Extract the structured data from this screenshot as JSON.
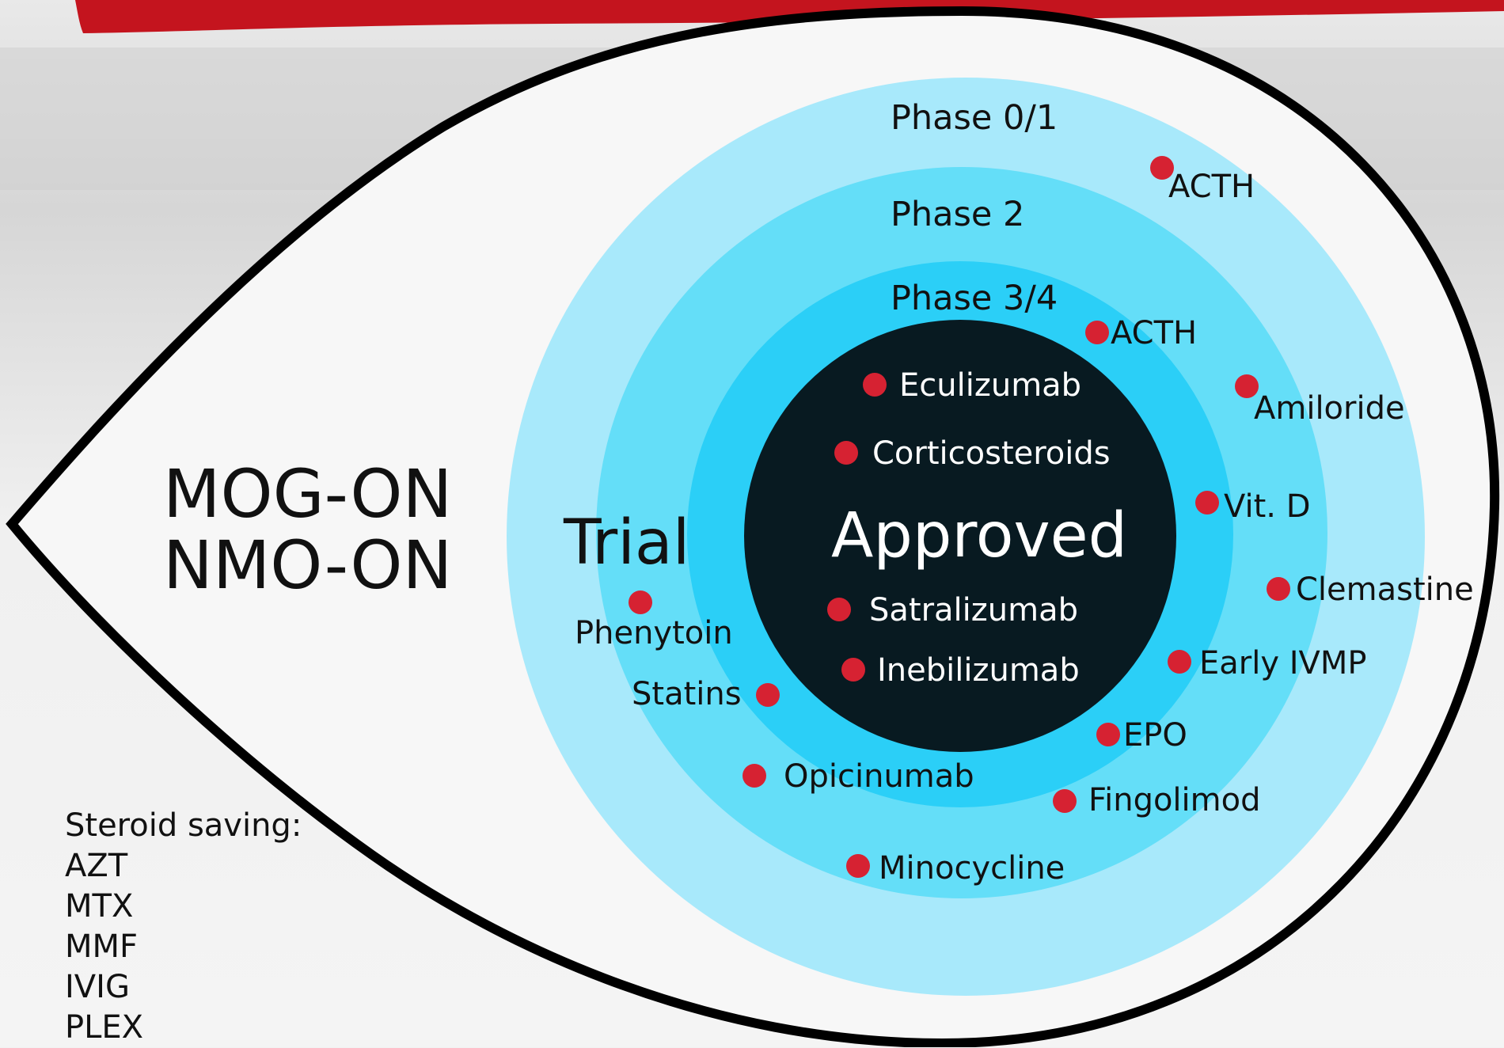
{
  "title": {
    "line1": "MOG-ON",
    "line2": "NMO-ON"
  },
  "rings": {
    "phase01": "Phase 0/1",
    "phase2": "Phase 2",
    "phase34": "Phase 3/4",
    "approved": "Approved",
    "trial": "Trial"
  },
  "drugs": {
    "eculizumab": "Eculizumab",
    "corticosteroids": "Corticosteroids",
    "satralizumab": "Satralizumab",
    "inebilizumab": "Inebilizumab",
    "acth_phase34": "ACTH",
    "acth_phase01": "ACTH",
    "amiloride": "Amiloride",
    "vitd": "Vit. D",
    "clemastine": "Clemastine",
    "early_ivmp": "Early IVMP",
    "epo": "EPO",
    "fingolimod": "Fingolimod",
    "minocycline": "Minocycline",
    "opicinumab": "Opicinumab",
    "statins": "Statins",
    "phenytoin": "Phenytoin"
  },
  "steroid_saving": {
    "heading": "Steroid saving:",
    "items": [
      "AZT",
      "MTX",
      "MMF",
      "IVIG",
      "PLEX"
    ]
  },
  "colors": {
    "ring_outer": "#a8e9fb",
    "ring_phase2": "#64def8",
    "ring_phase34": "#2bcff7",
    "core": "#081a21",
    "dot": "#d62232",
    "eye_fill": "#f7f7f7",
    "eye_outline": "#000000",
    "blood": "#c4141e"
  }
}
